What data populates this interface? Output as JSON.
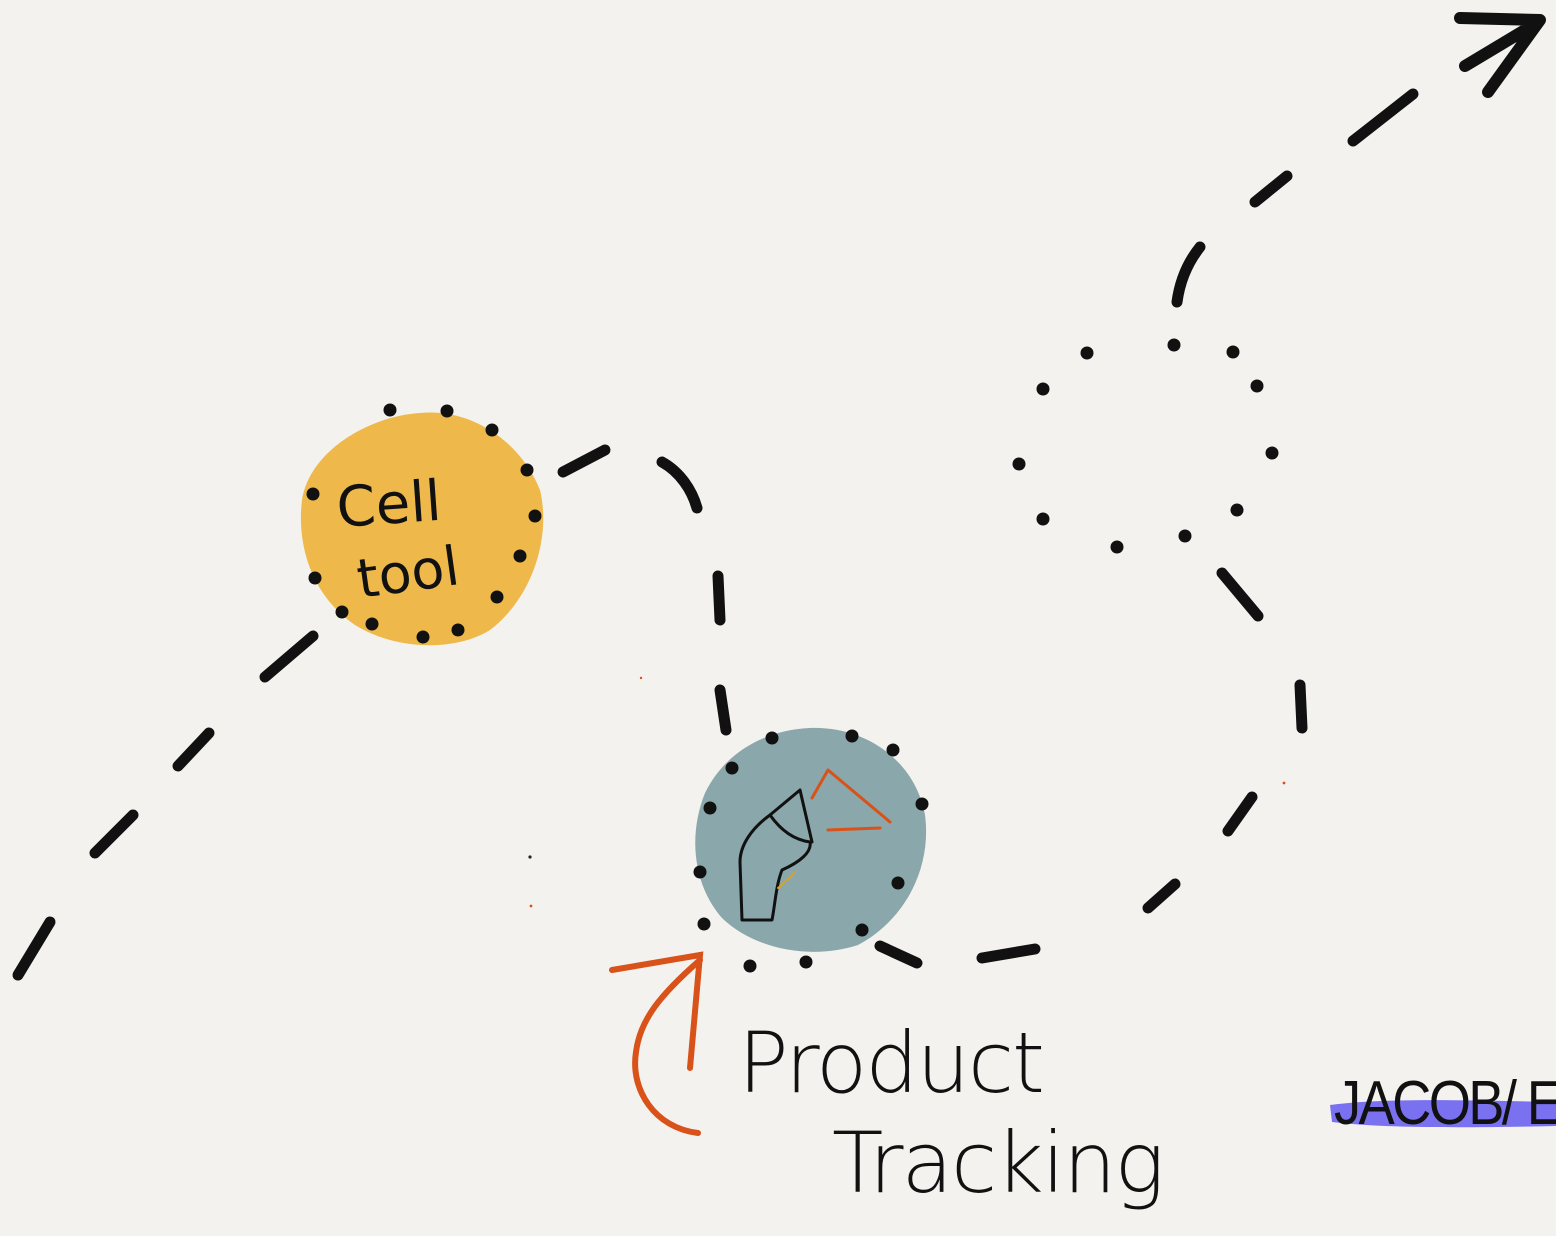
{
  "nodes": {
    "cell_tool": {
      "line1": "Cell",
      "line2": "tool",
      "fill_color": "#edb43c"
    },
    "product_tracking": {
      "line1": "Product",
      "line2": "Tracking",
      "fill_color": "#7e9fa3",
      "icon": "flag-icon"
    },
    "future_step": {
      "fill_color": "none"
    }
  },
  "signature": {
    "text": "JACOB/ EA",
    "highlight_color": "#6b63f0"
  },
  "colors": {
    "ink": "#111111",
    "accent": "#d8521a",
    "paper": "#f4f2ee"
  }
}
